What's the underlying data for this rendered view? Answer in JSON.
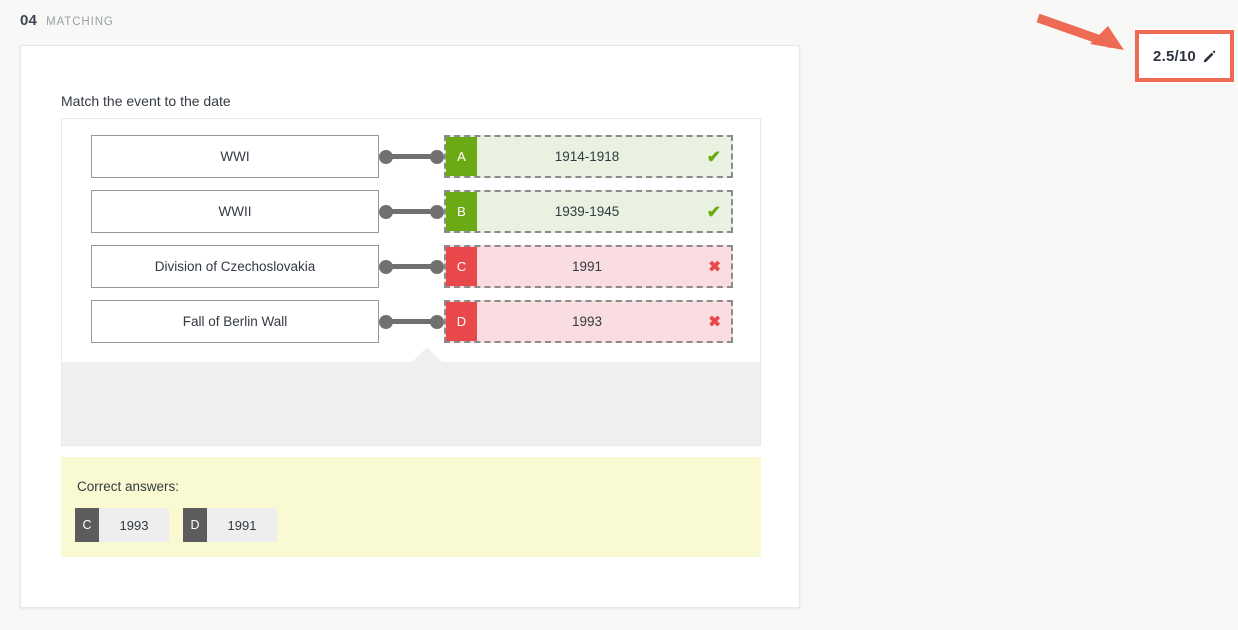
{
  "header": {
    "number": "04",
    "type_label": "MATCHING"
  },
  "score": {
    "value": "2.5/10",
    "edit_icon": "pencil-icon",
    "highlight_color": "#ef6a54"
  },
  "annotation": {
    "arrow_color": "#ef6a54",
    "arrow_icon": "arrow-pointer-icon"
  },
  "question": {
    "prompt": "Match the event to the date",
    "rows": [
      {
        "event": "WWI",
        "letter": "A",
        "answer": "1914-1918",
        "status": "correct",
        "mark": "✔",
        "badge_color": "#6caa15",
        "fill_color": "#e9f2e0"
      },
      {
        "event": "WWII",
        "letter": "B",
        "answer": "1939-1945",
        "status": "correct",
        "mark": "✔",
        "badge_color": "#6caa15",
        "fill_color": "#e9f2e0"
      },
      {
        "event": "Division of Czechoslovakia",
        "letter": "C",
        "answer": "1991",
        "status": "wrong",
        "mark": "✖",
        "badge_color": "#e8484a",
        "fill_color": "#fadde0"
      },
      {
        "event": "Fall of Berlin Wall",
        "letter": "D",
        "answer": "1993",
        "status": "wrong",
        "mark": "✖",
        "badge_color": "#e8484a",
        "fill_color": "#fadde0"
      }
    ]
  },
  "correct_answers": {
    "title": "Correct answers:",
    "chips": [
      {
        "letter": "C",
        "value": "1993"
      },
      {
        "letter": "D",
        "value": "1991"
      }
    ]
  }
}
